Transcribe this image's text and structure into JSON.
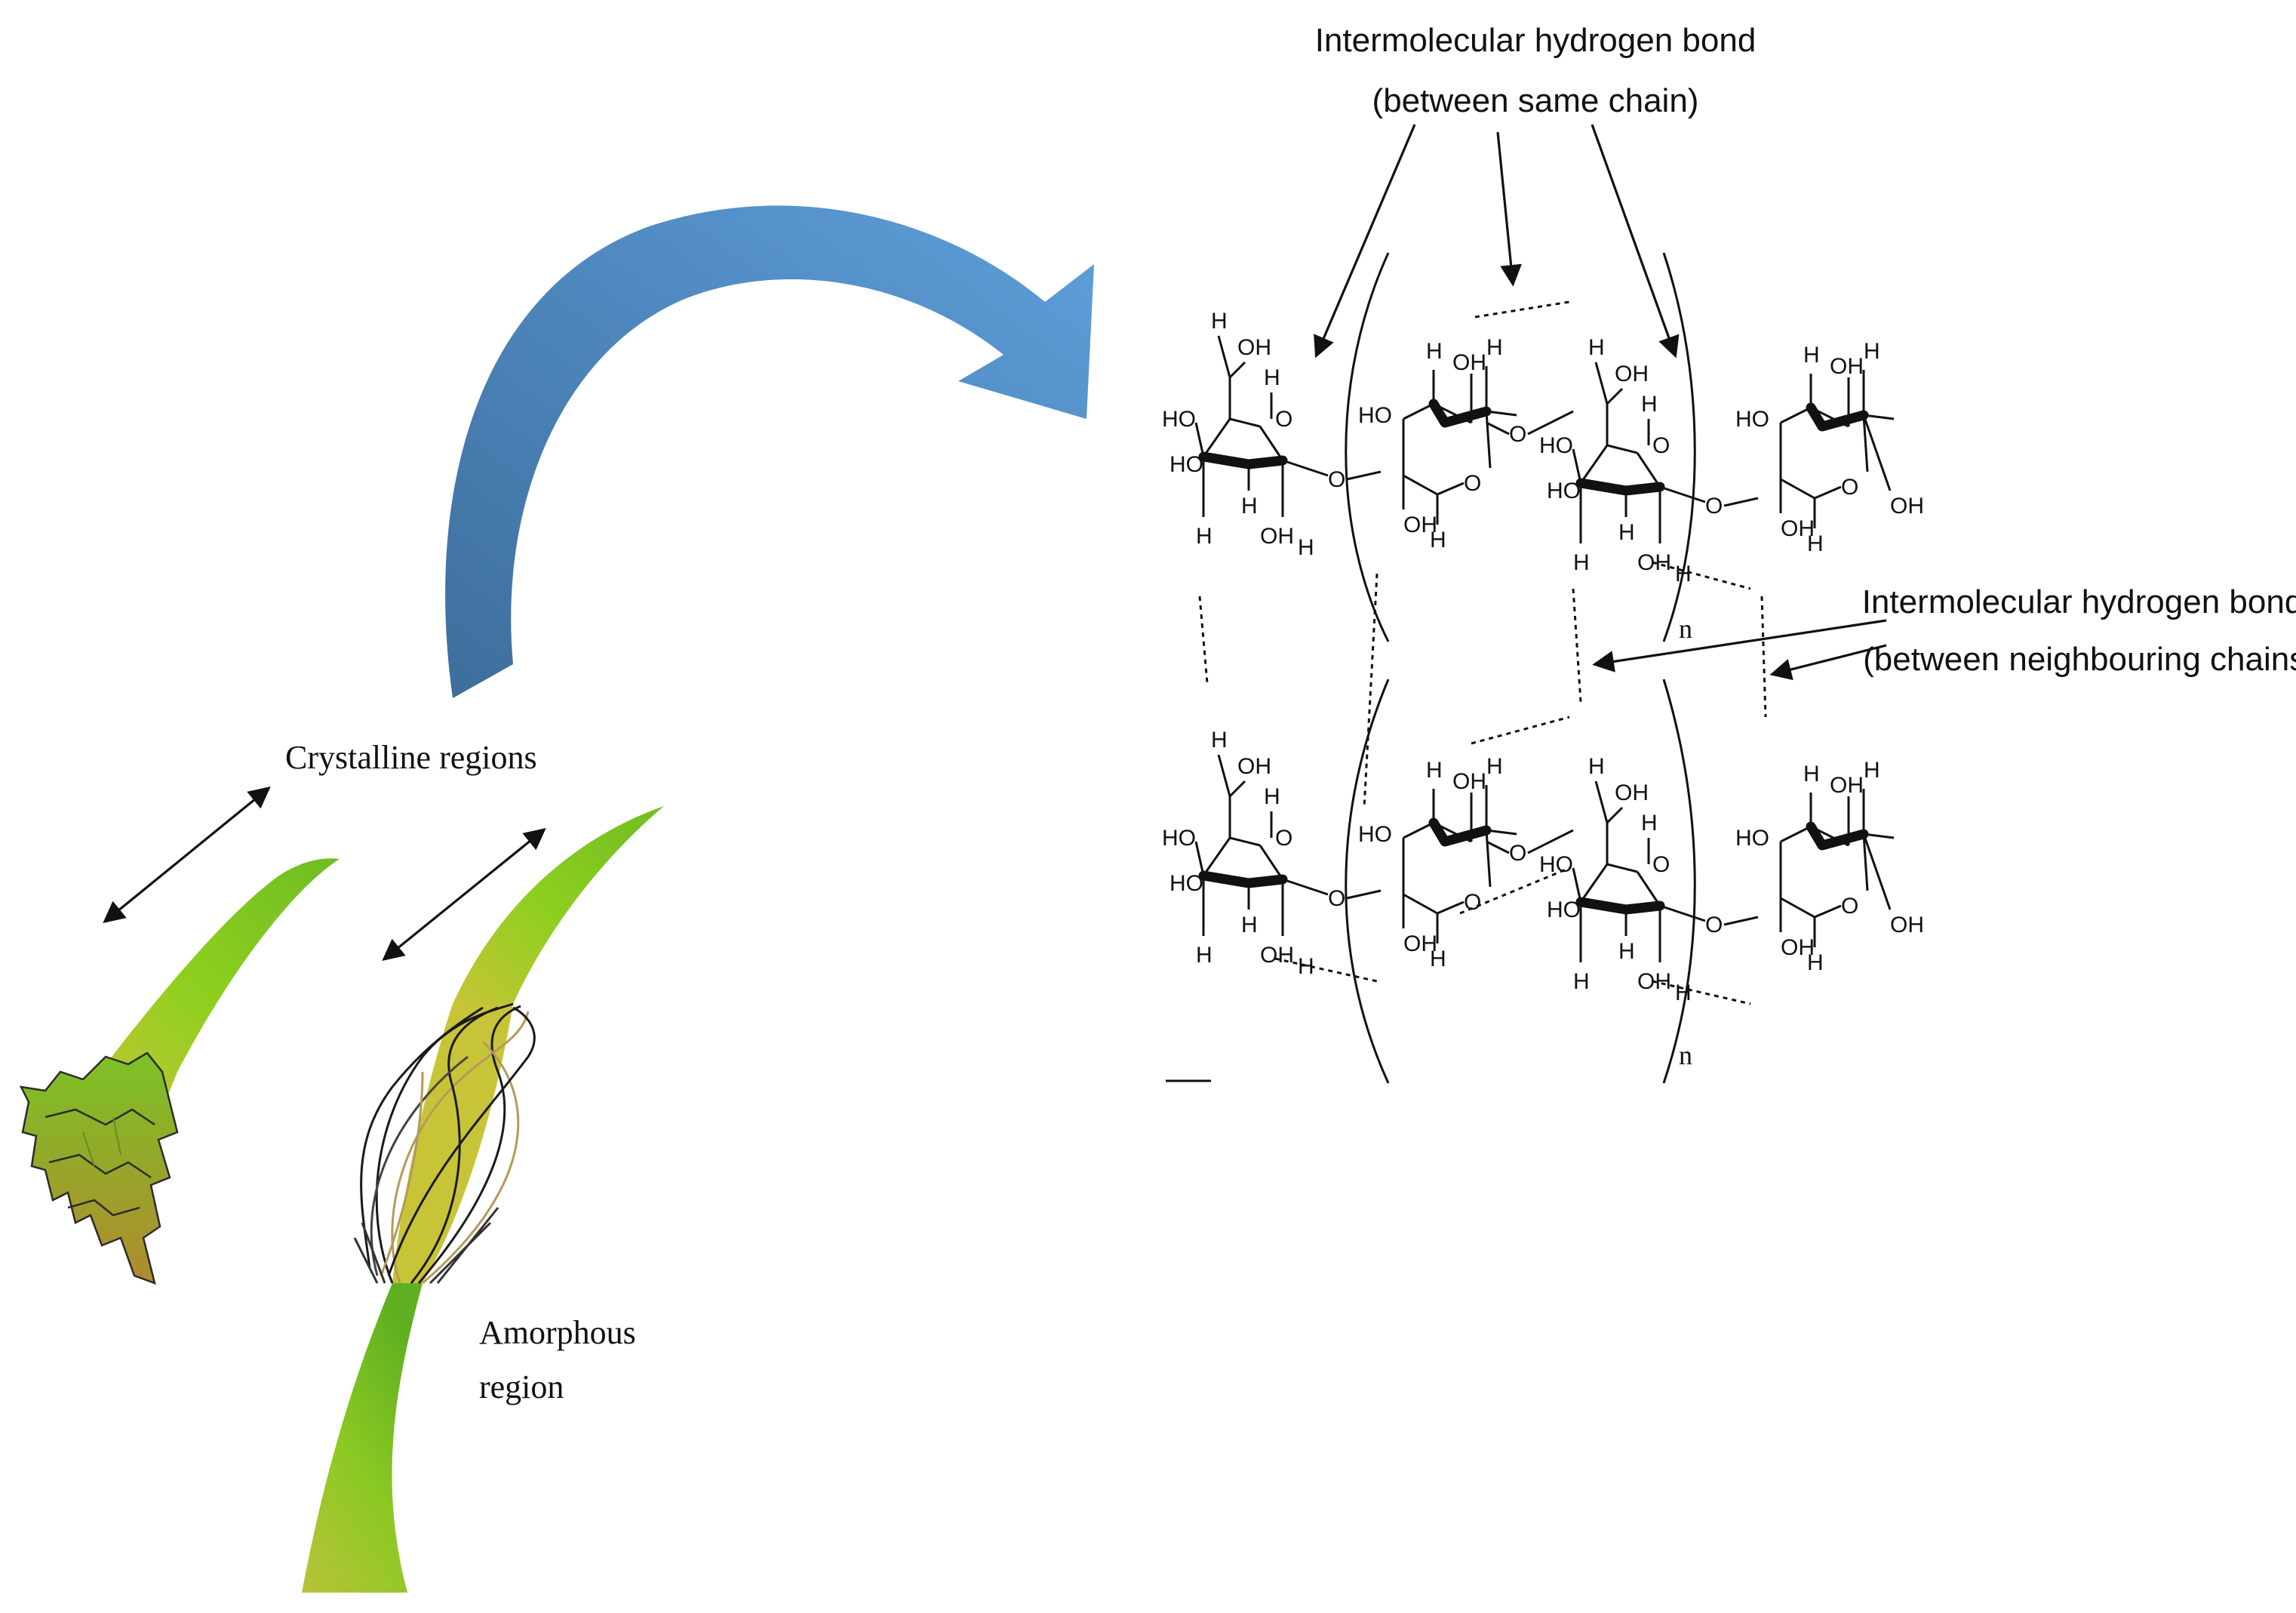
{
  "labels": {
    "same_chain_line1": "Intermolecular hydrogen bond",
    "same_chain_line2": "(between same chain)",
    "neighbour_line1": "Intermolecular hydrogen bond",
    "neighbour_line2": "(between neighbouring chains)",
    "crystalline": "Crystalline regions",
    "amorphous_line1": "Amorphous",
    "amorphous_line2": "region",
    "repeat_n": "n"
  },
  "atoms": {
    "H": "H",
    "OH": "OH",
    "HO": "HO",
    "O": "O"
  },
  "colors": {
    "arrow_blue": "#5b9bd5",
    "arrow_blue_dark": "#3d6e9c",
    "fiber_green": "#7ac41f",
    "fiber_yellow": "#c8c438",
    "fiber_brown": "#8a6a2a",
    "ink": "#111111"
  },
  "icons": {
    "process_arrow": "curved-arrow-icon"
  }
}
